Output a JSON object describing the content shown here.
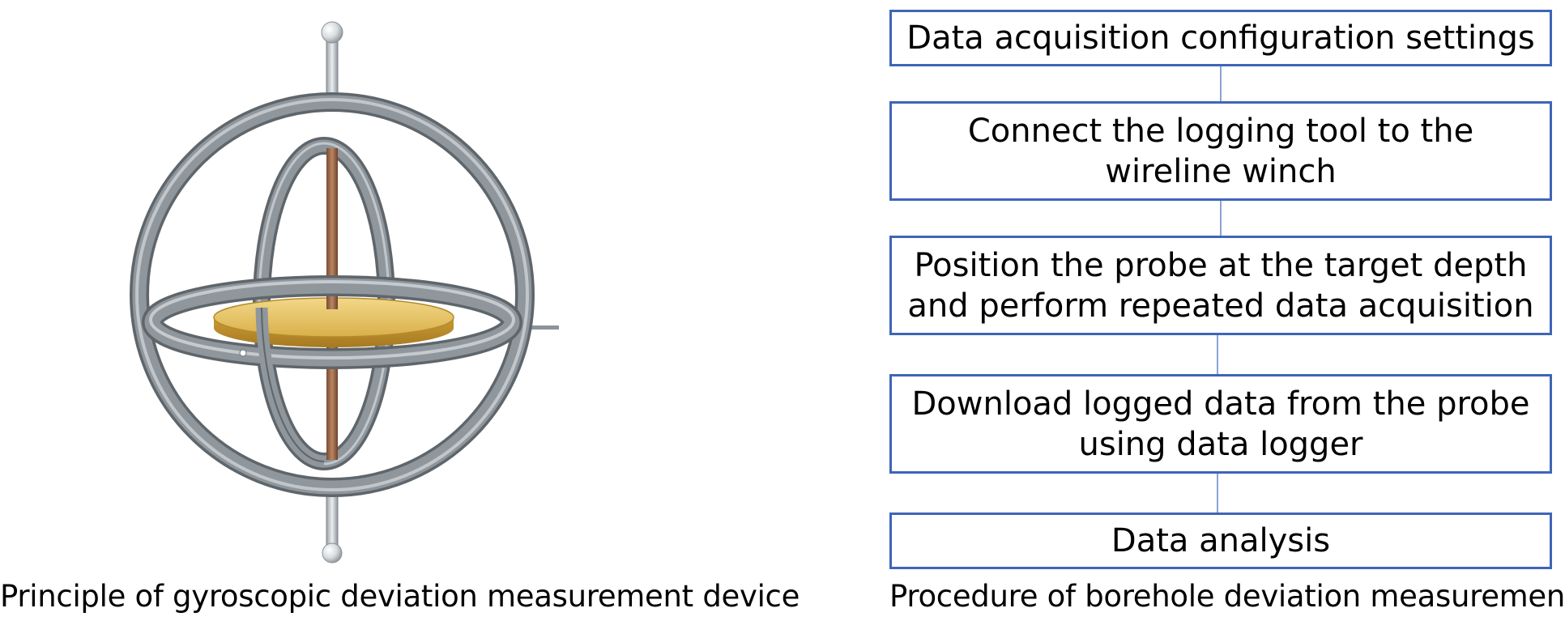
{
  "figure": {
    "left_caption": "Principle of gyroscopic deviation measurement device",
    "right_caption": "Procedure of borehole deviation measurement"
  },
  "flowchart": {
    "steps": [
      "Data acquisition configuration settings",
      "Connect the logging tool to the\nwireline winch",
      "Position the probe at the target depth\nand perform repeated data acquisition",
      "Download logged data from the probe\nusing data logger",
      "Data analysis"
    ],
    "box_border_color": "#3f65b8"
  },
  "gyroscope": {
    "gimbal_color": "#7b8287",
    "rotor_color": "#e6c25a",
    "spin_axis_color": "#9a6a4b"
  }
}
